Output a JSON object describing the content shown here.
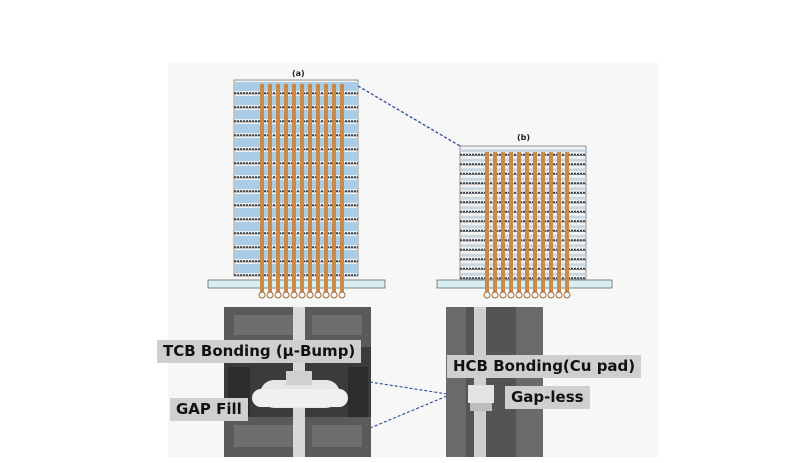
{
  "labels": {
    "panel_a": "(a)",
    "panel_b": "(b)"
  },
  "callouts": {
    "tcb_bonding": "TCB Bonding (μ-Bump)",
    "gap_fill": "GAP Fill",
    "hcb_bonding": "HCB Bonding(Cu pad)",
    "gap_less": "Gap-less"
  },
  "colors": {
    "copper_pillar": "#c98a4a",
    "layer_blue": "#a9cde6",
    "layer_dark": "#2b3a4a",
    "substrate": "#d8eef0",
    "micrograph_bg": "#3a3a3a",
    "dashed_line": "#2a4aa0"
  }
}
